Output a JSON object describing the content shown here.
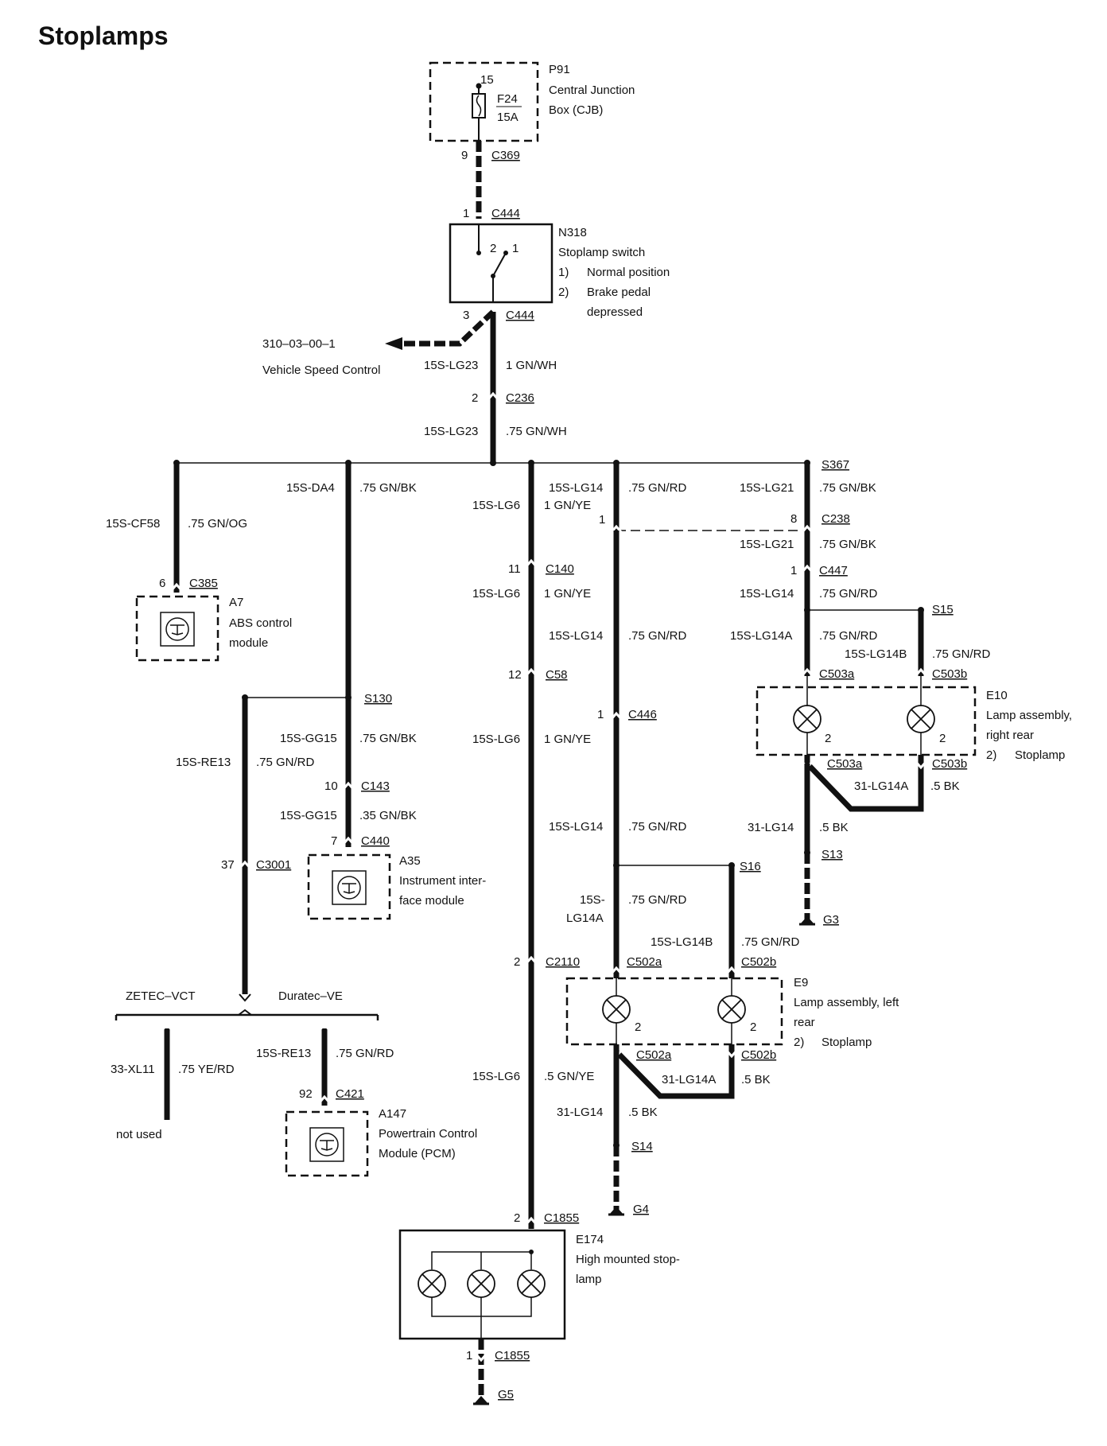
{
  "title": "Stoplamps",
  "labels": {
    "p91": "P91",
    "cjb1": "Central Junction",
    "cjb2": "Box (CJB)",
    "f_pin": "15",
    "f_name": "F24",
    "f_amp": "15A",
    "c369_pin": "9",
    "c369": "C369",
    "c444a_pin": "1",
    "c444a": "C444",
    "n318": "N318",
    "sw_name": "Stoplamp switch",
    "sw_pos1_n": "1)",
    "sw_pos1": "Normal position",
    "sw_pos2_n": "2)",
    "sw_pos2a": "Brake pedal",
    "sw_pos2b": "depressed",
    "sw_t2": "2",
    "sw_t1": "1",
    "c444b_pin": "3",
    "c444b": "C444",
    "ref": "310–03–00–1",
    "vsc": "Vehicle Speed Control",
    "w1_code": "15S-LG23",
    "w1_size": "1 GN/WH",
    "c236_pin": "2",
    "c236": "C236",
    "w2_code": "15S-LG23",
    "w2_size": ".75 GN/WH",
    "s367": "S367",
    "abs_code": "15S-CF58",
    "abs_size": ".75 GN/OG",
    "c385_pin": "6",
    "c385": "C385",
    "a7": "A7",
    "a7_n1": "ABS control",
    "a7_n2": "module",
    "da4_code": "15S-DA4",
    "da4_size": ".75 GN/BK",
    "s130": "S130",
    "re13_code": "15S-RE13",
    "re13_size": ".75 GN/RD",
    "gg15_code": "15S-GG15",
    "gg15_size": ".75 GN/BK",
    "c143_pin": "10",
    "c143": "C143",
    "gg15b_code": "15S-GG15",
    "gg15b_size": ".35 GN/BK",
    "c440_pin": "7",
    "c440": "C440",
    "a35": "A35",
    "a35_n1": "Instrument inter-",
    "a35_n2": "face module",
    "c3001_pin": "37",
    "c3001": "C3001",
    "zetec": "ZETEC–VCT",
    "duratec": "Duratec–VE",
    "xl11_code": "33-XL11",
    "xl11_size": ".75 YE/RD",
    "not_used": "not used",
    "re13b_code": "15S-RE13",
    "re13b_size": ".75 GN/RD",
    "c421_pin": "92",
    "c421": "C421",
    "a147": "A147",
    "a147_n1": "Powertrain Control",
    "a147_n2": "Module (PCM)",
    "lg6a_code": "15S-LG6",
    "lg6a_size": "1 GN/YE",
    "c140_pin": "11",
    "c140": "C140",
    "lg6b_code": "15S-LG6",
    "lg6b_size": "1 GN/YE",
    "c58_pin": "12",
    "c58": "C58",
    "lg6c_code": "15S-LG6",
    "lg6c_size": "1 GN/YE",
    "c2110_pin": "2",
    "c2110": "C2110",
    "lg6d_code": "15S-LG6",
    "lg6d_size": ".5 GN/YE",
    "c1855a_pin": "2",
    "c1855a": "C1855",
    "e174": "E174",
    "e174_n1": "High mounted stop-",
    "e174_n2": "lamp",
    "c1855b_pin": "1",
    "c1855b": "C1855",
    "g5": "G5",
    "lg14a_code": "15S-LG14",
    "lg14a_size": ".75 GN/RD",
    "c238_pin_left": "1",
    "lg14b_code": "15S-LG14",
    "lg14b_size": ".75 GN/RD",
    "c446_pin": "1",
    "c446": "C446",
    "lg14c_code": "15S-LG14",
    "lg14c_size": ".75 GN/RD",
    "s16": "S16",
    "lg14a2_code1": "15S-",
    "lg14a2_code2": "LG14A",
    "lg14a2_size": ".75 GN/RD",
    "lg14b2_code": "15S-LG14B",
    "lg14b2_size": ".75 GN/RD",
    "c502a": "C502a",
    "c502b": "C502b",
    "e9": "E9",
    "e9_n1": "Lamp assembly, left",
    "e9_n2": "rear",
    "e9_n3n": "2)",
    "e9_n3": "Stoplamp",
    "e9_l2a": "2",
    "e9_l2b": "2",
    "c502a_b": "C502a",
    "c502b_b": "C502b",
    "e9_gnd_code": "31-LG14A",
    "e9_gnd_size": ".5 BK",
    "e9_gnd2_code": "31-LG14",
    "e9_gnd2_size": ".5 BK",
    "s14": "S14",
    "g4": "G4",
    "lg21_code": "15S-LG21",
    "lg21_size": ".75 GN/BK",
    "c238_pin": "8",
    "c238": "C238",
    "lg21b_code": "15S-LG21",
    "lg21b_size": ".75 GN/BK",
    "c447_pin": "1",
    "c447": "C447",
    "lg14d_code": "15S-LG14",
    "lg14d_size": ".75 GN/RD",
    "s15": "S15",
    "lg14A3_code": "15S-LG14A",
    "lg14A3_size": ".75 GN/RD",
    "lg14B3_code": "15S-LG14B",
    "lg14B3_size": ".75 GN/RD",
    "c503a": "C503a",
    "c503b": "C503b",
    "e10": "E10",
    "e10_n1": "Lamp assembly,",
    "e10_n2": "right rear",
    "e10_n3n": "2)",
    "e10_n3": "Stoplamp",
    "e10_l2a": "2",
    "e10_l2b": "2",
    "c503a_b": "C503a",
    "c503b_b": "C503b",
    "e10_gnd_code": "31-LG14A",
    "e10_gnd_size": ".5 BK",
    "e10_gnd2_code": "31-LG14",
    "e10_gnd2_size": ".5 BK",
    "s13": "S13",
    "g3": "G3"
  }
}
